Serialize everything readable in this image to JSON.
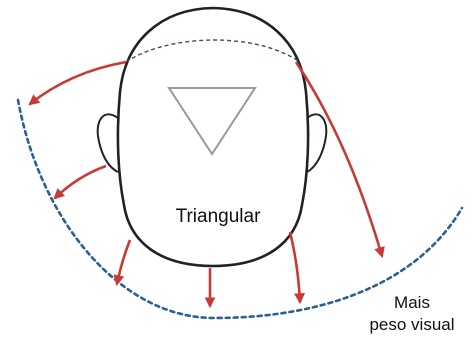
{
  "diagram": {
    "head_shape_label": "Triangular",
    "annotation_line1": "Mais",
    "annotation_line2": "peso visual",
    "colors": {
      "arrow": "#c73a36",
      "arc": "#2f5f8e",
      "outline": "#222222",
      "triangle": "#9a9a9a",
      "hairline": "#3a4a6a"
    },
    "icons": [
      "head-outline",
      "triangle-shape",
      "arrow",
      "dotted-arc"
    ]
  }
}
